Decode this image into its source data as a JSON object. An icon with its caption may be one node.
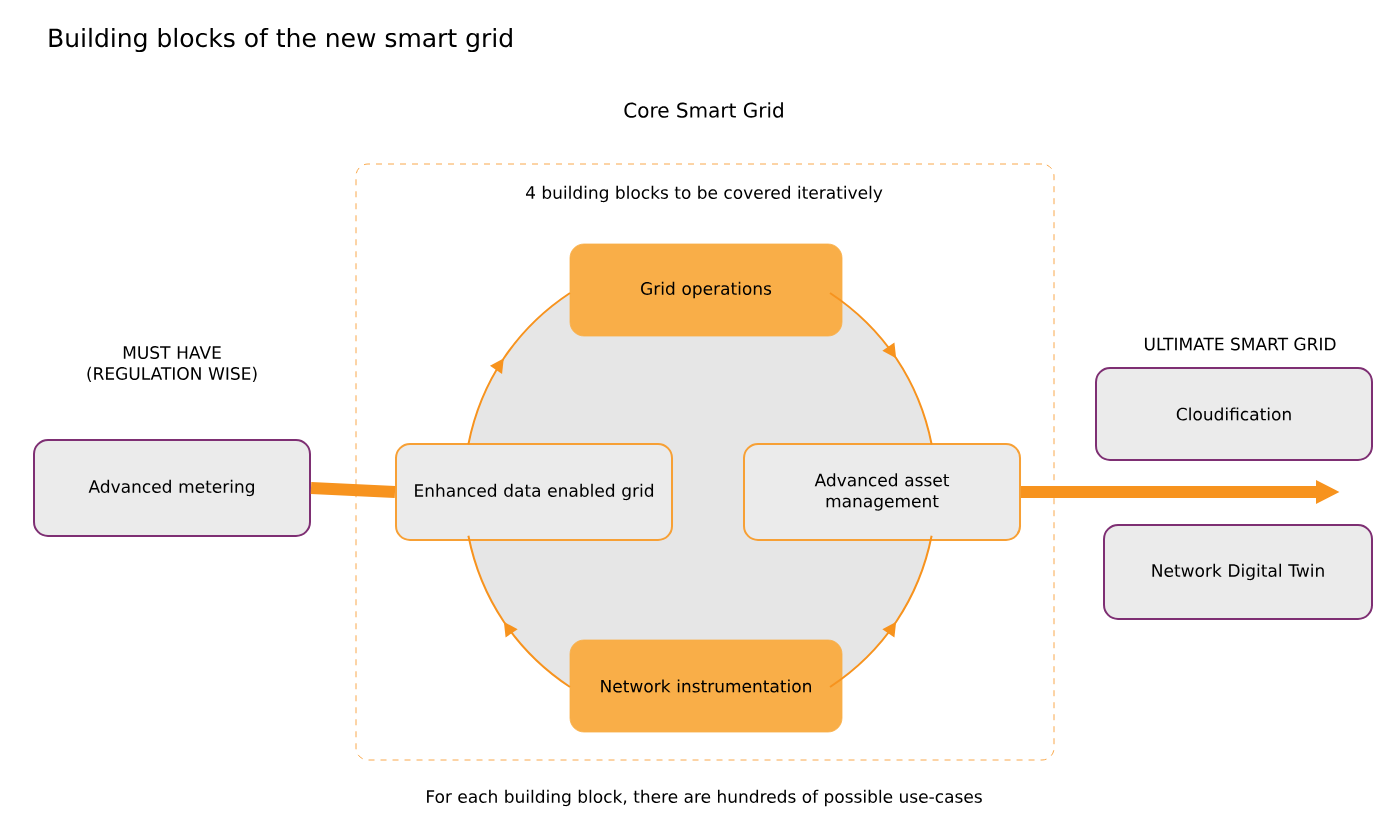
{
  "diagram": {
    "title": "Building blocks of the new smart grid",
    "nodes": [
      {
        "text": [
          "Core Smart Grid",
          "4 building blocks to be covered iteratively"
        ],
        "beside": [
          "For each building block, there are hundreds of possible use-cases"
        ]
      },
      {
        "text": [
          "Grid operations"
        ],
        "in": 0
      },
      {
        "text": [
          "Enhanced data enabled grid"
        ],
        "in": 0
      },
      {
        "text": [
          "Advanced asset management"
        ],
        "in": 0
      },
      {
        "text": [
          "Network instrumentation"
        ],
        "in": 0
      },
      {
        "text": [
          "MUST HAVE (REGULATION WISE)",
          "Advanced metering"
        ]
      },
      {
        "text": [
          "Cloudification"
        ]
      },
      {
        "text": [
          "Network Digital Twin"
        ]
      }
    ],
    "edges": [
      {
        "from": 2,
        "to": 1,
        "arrow": "to"
      },
      {
        "from": 1,
        "to": 3,
        "arrow": "to"
      },
      {
        "from": 4,
        "to": 3,
        "arrow": "to"
      },
      {
        "from": 4,
        "to": 2,
        "arrow": "to"
      },
      {
        "from": 5,
        "to": 2,
        "arrow": "none",
        "style": "thick"
      },
      {
        "from": 3,
        "to": null,
        "arrow": "to",
        "style": "thick"
      }
    ],
    "labels": [
      "ULTIMATE SMART GRID"
    ]
  }
}
